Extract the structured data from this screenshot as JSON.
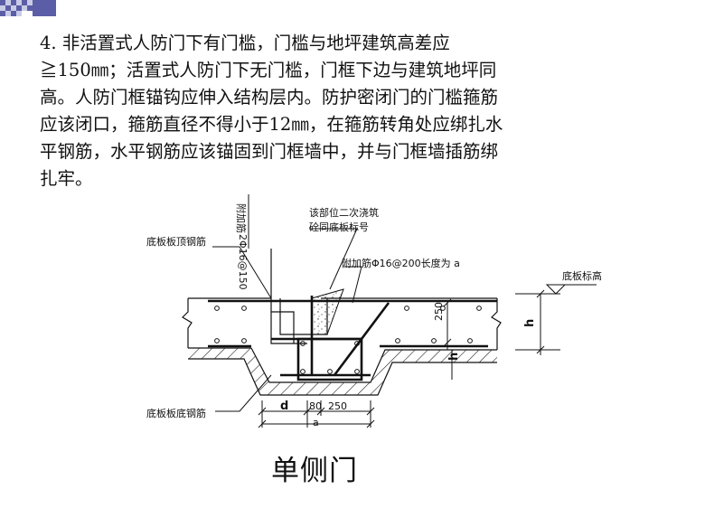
{
  "paragraph": {
    "lines": [
      "4.  非活置式人防门下有门槛，门槛与地坪建筑高差应",
      "≧150㎜；活置式人防门下无门槛，门框下边与建筑地坪同",
      "高。人防门框锚钩应伸入结构层内。防护密闭门的门槛箍筋",
      "应该闭口，箍筋直径不得小于12㎜，在箍筋转角处应绑扎水",
      "平钢筋，水平钢筋应该锚固到门框墙中，并与门框墙插筋绑",
      "扎牢。"
    ]
  },
  "drawing": {
    "labels": {
      "extra_rebar_vertical": "附加筋",
      "extra_rebar_spec": "2Φ16@150",
      "note_line1": "该部位二次浇筑",
      "note_line2": "砼同底板标号",
      "extra_rebar_line": "附加筋Φ16@200长度为 a",
      "top_bar": "底板板顶钢筋",
      "slab_elevation": "底板标高",
      "bottom_bar": "底板板底钢筋",
      "dim_250_vertical": "250",
      "dim_h_right": "h",
      "dim_h_mid": "h",
      "dim_d": "d",
      "dim_80": "80",
      "dim_250": "250",
      "dim_a": "a"
    }
  },
  "caption": "单侧门"
}
